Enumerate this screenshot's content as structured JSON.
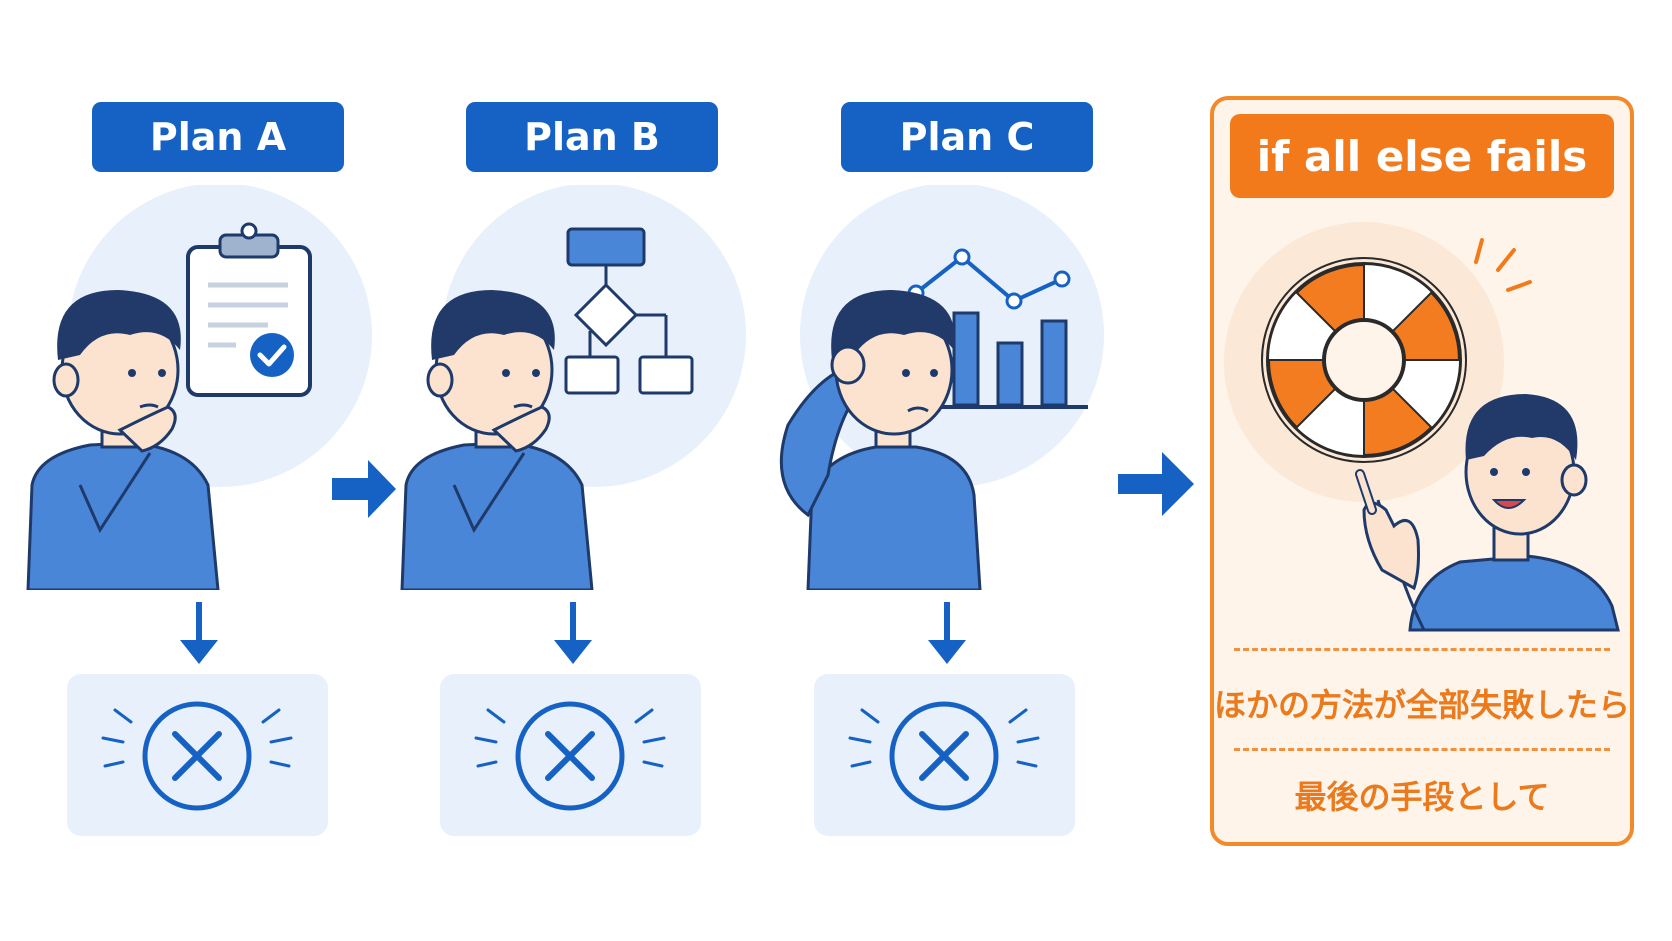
{
  "plans": [
    {
      "label": "Plan A",
      "illustration": "clipboard-checklist",
      "outcome": "failed"
    },
    {
      "label": "Plan B",
      "illustration": "flowchart",
      "outcome": "failed"
    },
    {
      "label": "Plan C",
      "illustration": "bar-line-chart",
      "outcome": "failed"
    }
  ],
  "final": {
    "label": "if all else fails",
    "illustration": "life-buoy",
    "caption_1": "ほかの方法が全部失敗したら",
    "caption_2": "最後の手段として"
  },
  "colors": {
    "plan_blue": "#1662c4",
    "shirt_blue": "#4a86d8",
    "circle_bg": "#e8f0fc",
    "final_orange": "#f27a1a",
    "final_bg": "#fef4ea"
  }
}
